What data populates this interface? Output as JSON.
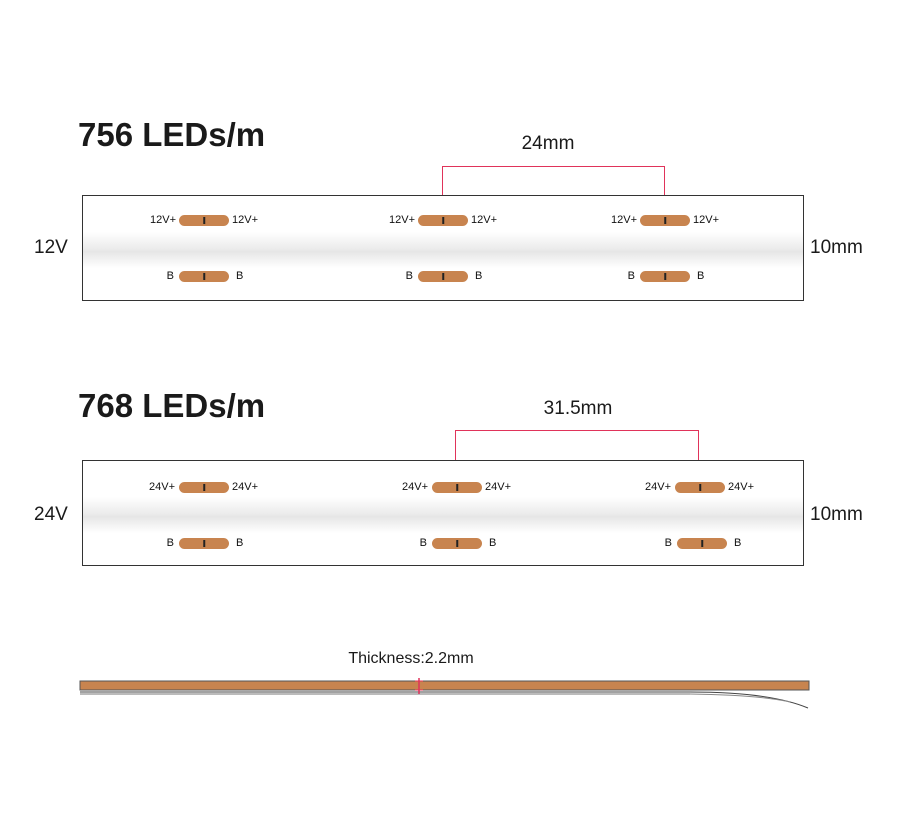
{
  "diagram_1": {
    "title": "756 LEDs/m",
    "voltage": "12V",
    "width": "10mm",
    "pitch": "24mm",
    "pads_top": [
      {
        "left": "12V+",
        "right": "12V+"
      },
      {
        "left": "12V+",
        "right": "12V+"
      },
      {
        "left": "12V+",
        "right": "12V+"
      }
    ],
    "pads_bottom": [
      {
        "left": "B",
        "right": "B"
      },
      {
        "left": "B",
        "right": "B"
      },
      {
        "left": "B",
        "right": "B"
      }
    ]
  },
  "diagram_2": {
    "title": "768 LEDs/m",
    "voltage": "24V",
    "width": "10mm",
    "pitch": "31.5mm",
    "pads_top": [
      {
        "left": "24V+",
        "right": "24V+"
      },
      {
        "left": "24V+",
        "right": "24V+"
      },
      {
        "left": "24V+",
        "right": "24V+"
      }
    ],
    "pads_bottom": [
      {
        "left": "B",
        "right": "B"
      },
      {
        "left": "B",
        "right": "B"
      },
      {
        "left": "B",
        "right": "B"
      }
    ]
  },
  "side_view": {
    "thickness_label": "Thickness:2.2mm"
  },
  "colors": {
    "pad": "#c8844f",
    "bracket": "#e0335a",
    "strip_outline": "#333333"
  }
}
